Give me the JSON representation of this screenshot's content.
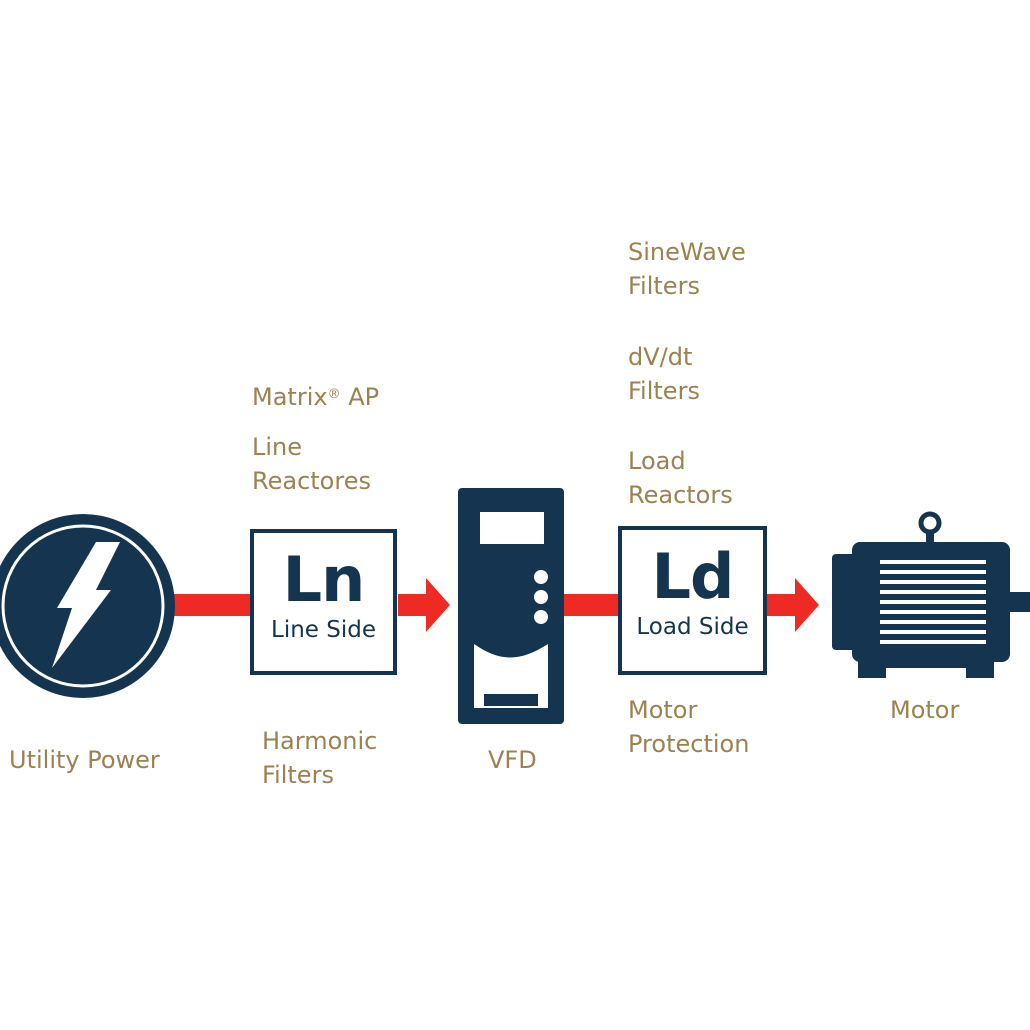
{
  "nodes": {
    "utility": {
      "label": "Utility Power"
    },
    "line_side": {
      "abbr": "Ln",
      "name": "Line Side"
    },
    "vfd": {
      "label": "VFD"
    },
    "load_side": {
      "abbr": "Ld",
      "name": "Load Side"
    },
    "motor": {
      "label": "Motor"
    }
  },
  "line_side_options": {
    "matrix_ap": {
      "text": "Matrix",
      "superscript": "®",
      "suffix": " AP"
    },
    "line_reactors": [
      "Line",
      "Reactores"
    ],
    "harmonic_filters": [
      "Harmonic",
      "Filters"
    ]
  },
  "load_side_options": {
    "sinewave_filters": [
      "SineWave",
      "Filters"
    ],
    "dvdt_filters": [
      "dV/dt",
      "Filters"
    ],
    "load_reactors": [
      "Load",
      "Reactors"
    ],
    "motor_protection": [
      "Motor",
      "Protection"
    ]
  },
  "colors": {
    "navy": "#15344f",
    "red": "#ee2a24",
    "text": "#9b8250"
  },
  "icons": [
    "lightning-bolt-icon",
    "vfd-drive-icon",
    "motor-icon"
  ]
}
